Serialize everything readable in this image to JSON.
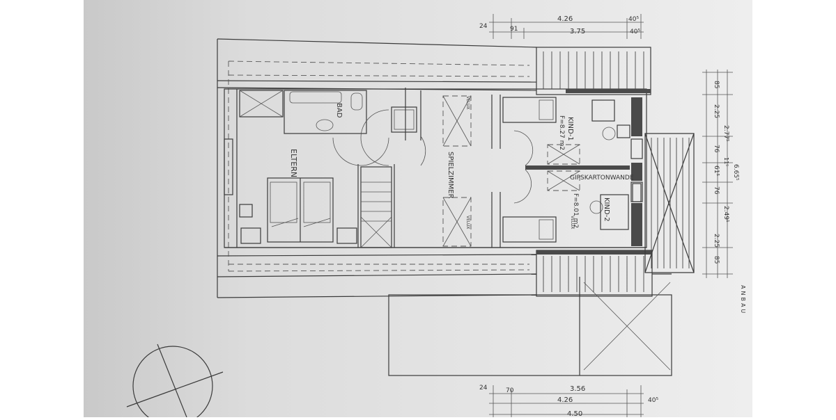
{
  "rooms": {
    "eltern": "ELTERN",
    "bad": "BAD",
    "spielzimmer": "SPIELZIMMER",
    "kind1": "KIND-1",
    "kind1_area": "F=8.27 m2",
    "kind2": "KIND-2",
    "kind2_area": "F=8.01 m2",
    "gipskarton": "GIPSKARTONWANDE",
    "anbau": "ANBAU",
    "velux": "VELUX"
  },
  "dims_top": {
    "row1": "4.26",
    "row1_end": "40⁵",
    "row2_start": "24",
    "row2_a": "91",
    "row2_b": "3.75",
    "row2_end": "40⁵"
  },
  "dims_right": {
    "d1": "85",
    "d2": "2.25",
    "d3": "2.77⁵",
    "d4": "76",
    "d5": "61⁵",
    "d6": "76",
    "d7": "2.49¹",
    "d8": "2.25",
    "d9": "85",
    "total_a": "11⁵",
    "total_b": "6.65⁵"
  },
  "dims_bottom": {
    "row1_start": "24",
    "row1_a": "70",
    "row1_b": "3.56",
    "row2": "4.26",
    "row2_end": "40⁵",
    "row3": "4.50"
  }
}
